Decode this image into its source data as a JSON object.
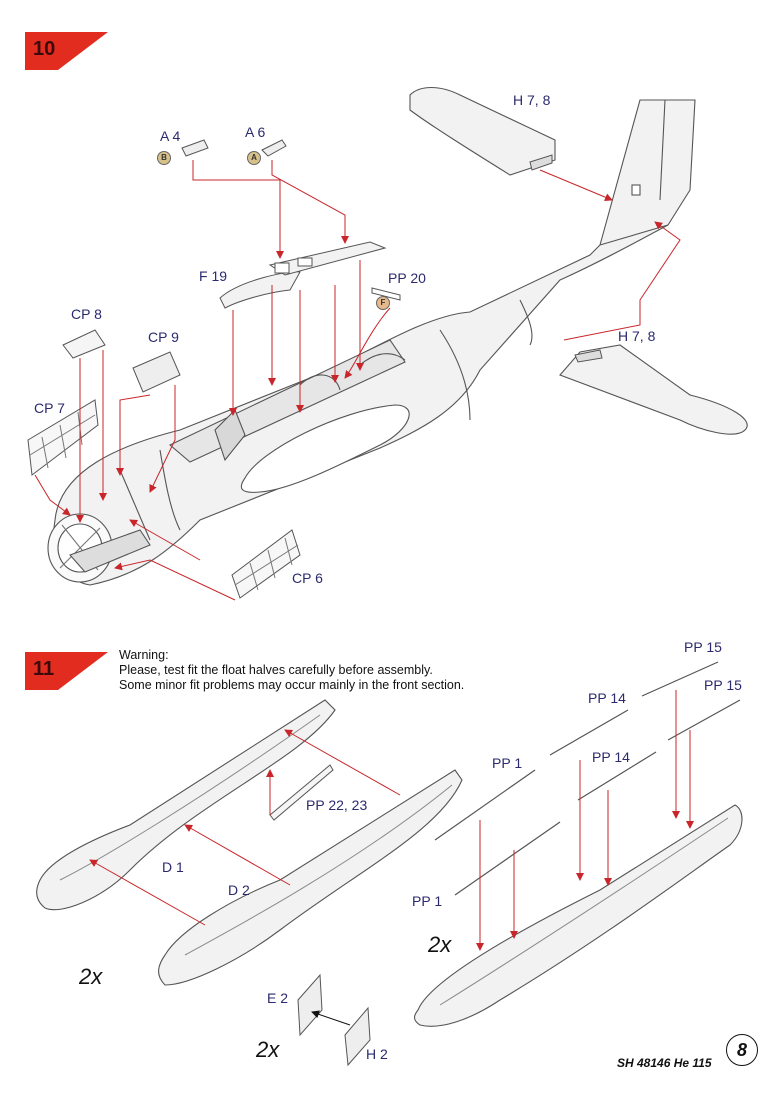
{
  "steps": [
    {
      "number": "10"
    },
    {
      "number": "11"
    }
  ],
  "step10": {
    "labels": {
      "a4": "A 4",
      "a6": "A 6",
      "h78_top": "H 7, 8",
      "f19": "F 19",
      "pp20": "PP 20",
      "cp8": "CP 8",
      "cp9": "CP 9",
      "cp7": "CP 7",
      "h78_bottom": "H 7, 8",
      "cp6": "CP 6"
    },
    "paint_codes": [
      "B",
      "A",
      "F"
    ]
  },
  "step11": {
    "warning": {
      "line1": "Warning:",
      "line2": "Please, test fit the float halves carefully before assembly.",
      "line3": "Some minor fit problems may occur mainly in the front section."
    },
    "labels": {
      "pp22_23": "PP 22, 23",
      "d1": "D 1",
      "d2": "D 2",
      "pp15_a": "PP 15",
      "pp14_a": "PP 14",
      "pp15_b": "PP 15",
      "pp1_a": "PP 1",
      "pp14_b": "PP 14",
      "pp1_b": "PP 1",
      "e2": "E 2",
      "h2": "H 2"
    },
    "multipliers": {
      "float_left": "2x",
      "float_right": "2x",
      "rudder": "2x"
    }
  },
  "footer": {
    "code": "SH 48146 He 115",
    "page_number": "8"
  },
  "colors": {
    "badge_red": "#e22c20",
    "arrow_red": "#c8262a",
    "label_blue": "#2b2a6e",
    "outline": "#555555"
  }
}
